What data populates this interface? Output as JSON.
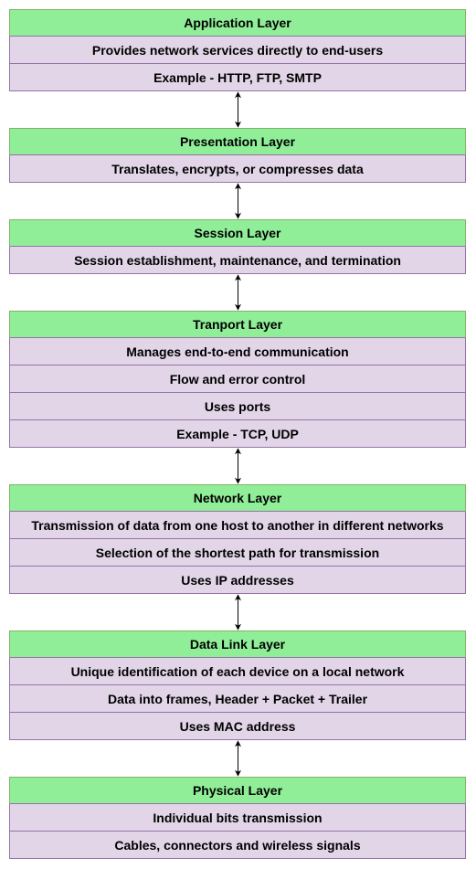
{
  "layers": [
    {
      "title": "Application Layer",
      "items": [
        "Provides network services directly to end-users",
        "Example - HTTP, FTP, SMTP"
      ]
    },
    {
      "title": "Presentation Layer",
      "items": [
        "Translates, encrypts, or compresses data"
      ]
    },
    {
      "title": "Session Layer",
      "items": [
        "Session establishment, maintenance, and termination"
      ]
    },
    {
      "title": "Tranport Layer",
      "items": [
        "Manages end-to-end communication",
        "Flow and error control",
        "Uses ports",
        "Example - TCP, UDP"
      ]
    },
    {
      "title": "Network Layer",
      "items": [
        "Transmission of data from one host to another in different networks",
        "Selection of the shortest path for transmission",
        "Uses IP addresses"
      ]
    },
    {
      "title": "Data Link Layer",
      "items": [
        "Unique identification of each device on a local network",
        "Data into frames, Header + Packet + Trailer",
        "Uses MAC address"
      ]
    },
    {
      "title": "Physical Layer",
      "items": [
        "Individual bits transmission",
        "Cables, connectors and wireless signals"
      ]
    }
  ],
  "colors": {
    "header_fill": "#90ee98",
    "header_stroke": "#82b366",
    "item_fill": "#e1d5e7",
    "item_stroke": "#9673a6",
    "arrow": "#000000"
  }
}
